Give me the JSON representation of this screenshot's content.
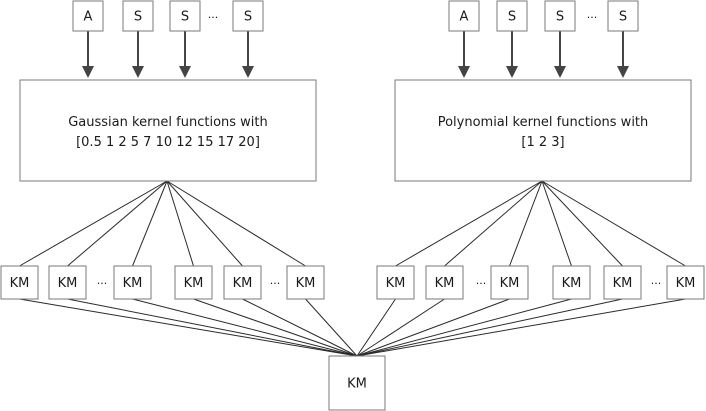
{
  "left_group": {
    "inputs": [
      "A",
      "S",
      "S",
      "S"
    ],
    "input_ellipsis": "···",
    "kernel_box": {
      "line1": "Gaussian kernel functions with",
      "line2": "[0.5 1 2 5 7 10 12 15 17 20]"
    },
    "km_nodes": [
      "KM",
      "KM",
      "KM",
      "KM",
      "KM",
      "KM"
    ],
    "km_ellipses": [
      "···",
      "···"
    ]
  },
  "right_group": {
    "inputs": [
      "A",
      "S",
      "S",
      "S"
    ],
    "input_ellipsis": "···",
    "kernel_box": {
      "line1": "Polynomial kernel functions with",
      "line2": "[1 2 3]"
    },
    "km_nodes": [
      "KM",
      "KM",
      "KM",
      "KM",
      "KM",
      "KM"
    ],
    "km_ellipses": [
      "···",
      "···"
    ]
  },
  "output_node": "KM",
  "colors": {
    "box_stroke": "#7a7a7a",
    "line": "#2a2a2a",
    "arrow": "#444444"
  }
}
